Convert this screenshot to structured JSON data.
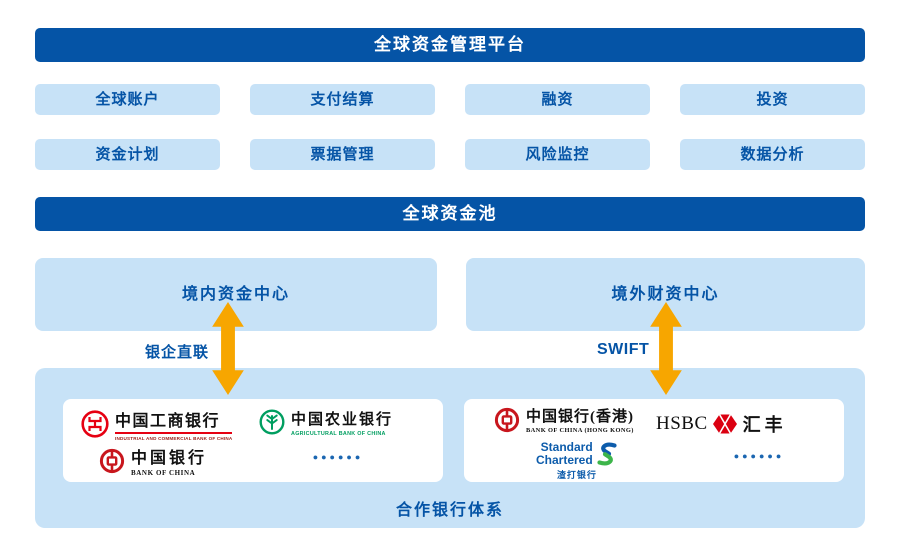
{
  "colors": {
    "primary_blue": "#0554A6",
    "light_blue": "#C7E2F7",
    "arrow_orange": "#F7A600",
    "icbc_red": "#E60012",
    "abc_green": "#009E60",
    "boc_red": "#C8161D",
    "hsbc_red": "#DB0011",
    "sc_blue": "#0D5CAB",
    "sc_green": "#3DB54A",
    "dots_blue": "#1B66B1"
  },
  "header": {
    "title": "全球资金管理平台"
  },
  "features": {
    "row1": [
      "全球账户",
      "支付结算",
      "融资",
      "投资"
    ],
    "row2": [
      "资金计划",
      "票据管理",
      "风险监控",
      "数据分析"
    ]
  },
  "pool": {
    "title": "全球资金池"
  },
  "centers": {
    "domestic": "境内资金中心",
    "overseas": "境外财资中心"
  },
  "links": {
    "left_label": "银企直联",
    "right_label": "SWIFT"
  },
  "partner": {
    "title": "合作银行体系",
    "icbc": {
      "name": "中国工商银行",
      "sub": "INDUSTRIAL AND COMMERCIAL BANK OF CHINA"
    },
    "abc": {
      "name": "中国农业银行",
      "sub": "AGRICULTURAL BANK OF CHINA"
    },
    "boc": {
      "name": "中国银行",
      "sub": "BANK OF CHINA"
    },
    "bochk": {
      "name": "中国银行(香港)",
      "sub": "BANK OF CHINA (HONG KONG)"
    },
    "hsbc": {
      "en": "HSBC",
      "cn": "汇丰"
    },
    "sc": {
      "line1": "Standard",
      "line2": "Chartered",
      "cn": "渣打银行"
    },
    "more": "●●●●●●"
  }
}
